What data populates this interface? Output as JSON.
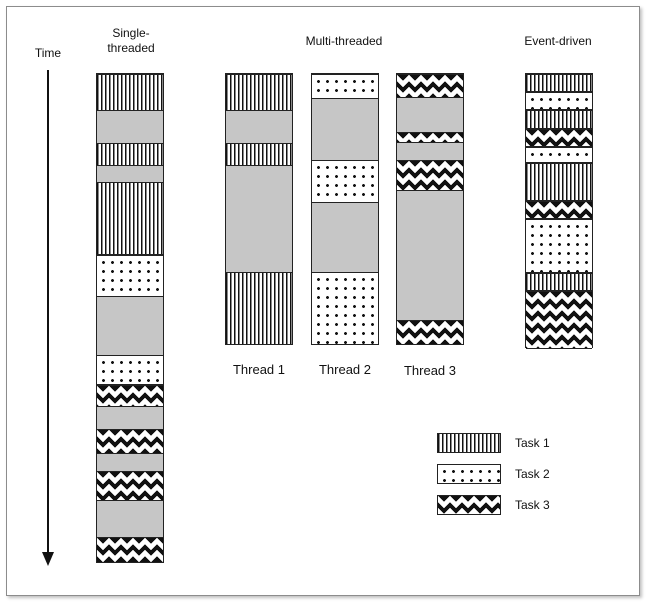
{
  "time_label": "Time",
  "single_threaded": {
    "title_line1": "Single-",
    "title_line2": "threaded"
  },
  "multi_threaded": {
    "title": "Multi-threaded",
    "threads": [
      "Thread 1",
      "Thread 2",
      "Thread 3"
    ]
  },
  "event_driven": {
    "title": "Event-driven"
  },
  "legend": [
    {
      "key": "task1",
      "label": "Task 1"
    },
    {
      "key": "task2",
      "label": "Task 2"
    },
    {
      "key": "task3",
      "label": "Task 3"
    }
  ],
  "colors": {
    "idle": "#c6c6c6",
    "ink": "#111111",
    "frame": "#8c8c8c"
  }
}
